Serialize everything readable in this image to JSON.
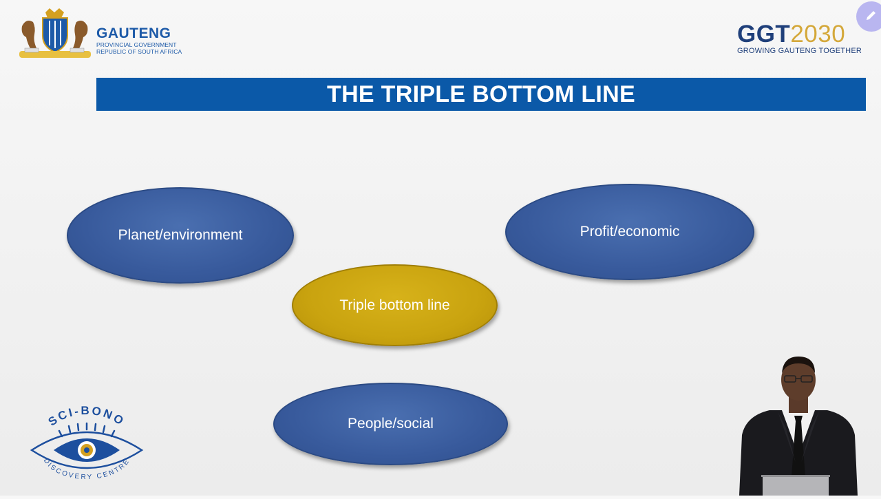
{
  "header": {
    "gauteng_logo": {
      "title": "GAUTENG",
      "line1": "PROVINCIAL GOVERNMENT",
      "line2": "REPUBLIC OF SOUTH AFRICA",
      "icon": "coat-of-arms"
    },
    "ggt_logo": {
      "prefix": "GGT",
      "year": "2030",
      "tagline": "GROWING GAUTENG TOGETHER"
    },
    "edit_icon": "pencil-icon"
  },
  "slide": {
    "title": "THE TRIPLE BOTTOM LINE",
    "ovals": {
      "planet": "Planet/environment",
      "profit": "Profit/economic",
      "triple": "Triple bottom line",
      "people": "People/social"
    }
  },
  "footer": {
    "scibono_logo": {
      "top_text": "SCI-BONO",
      "bottom_text": "DISCOVERY CENTRE",
      "icon": "eye-icon"
    }
  },
  "colors": {
    "title_bar": "#0b59a8",
    "oval_blue": "#385a9c",
    "oval_gold": "#c9a30f",
    "ggt_blue": "#1f3f7a",
    "ggt_gold": "#d4a83a"
  }
}
